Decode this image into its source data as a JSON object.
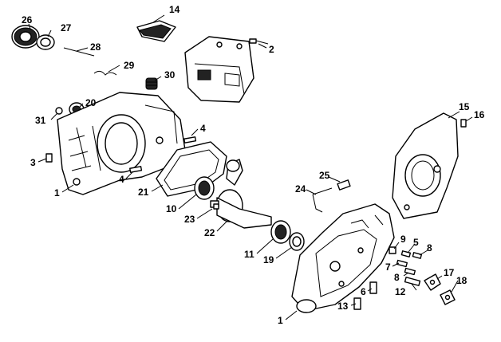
{
  "callouts": [
    "1",
    "1",
    "2",
    "3",
    "4",
    "4",
    "5",
    "6",
    "7",
    "8",
    "8",
    "9",
    "10",
    "11",
    "12",
    "13",
    "14",
    "15",
    "16",
    "17",
    "18",
    "19",
    "20",
    "21",
    "22",
    "23",
    "24",
    "25",
    "26",
    "27",
    "28",
    "29",
    "30",
    "31"
  ]
}
